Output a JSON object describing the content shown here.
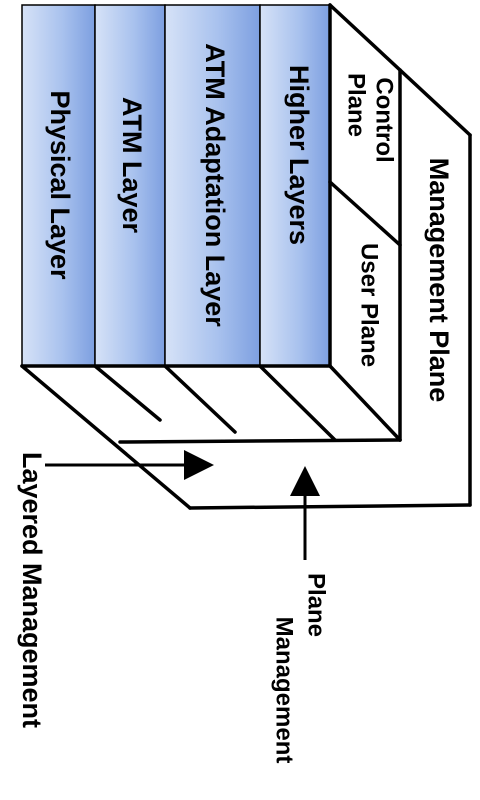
{
  "layers": [
    {
      "label": "Physical Layer"
    },
    {
      "label": "ATM Layer"
    },
    {
      "label": "ATM Adaptation Layer"
    },
    {
      "label": "Higher Layers"
    }
  ],
  "planes": {
    "control": [
      "Control",
      "Plane"
    ],
    "user": "User Plane",
    "management": "Management Plane"
  },
  "annotations": {
    "layered_management": "Layered Management",
    "plane_management": [
      "Plane",
      "Management"
    ]
  },
  "colors": {
    "layer_fill_light": "#c8d8f3",
    "layer_fill_dark": "#7a9fe0",
    "line": "#000000"
  }
}
